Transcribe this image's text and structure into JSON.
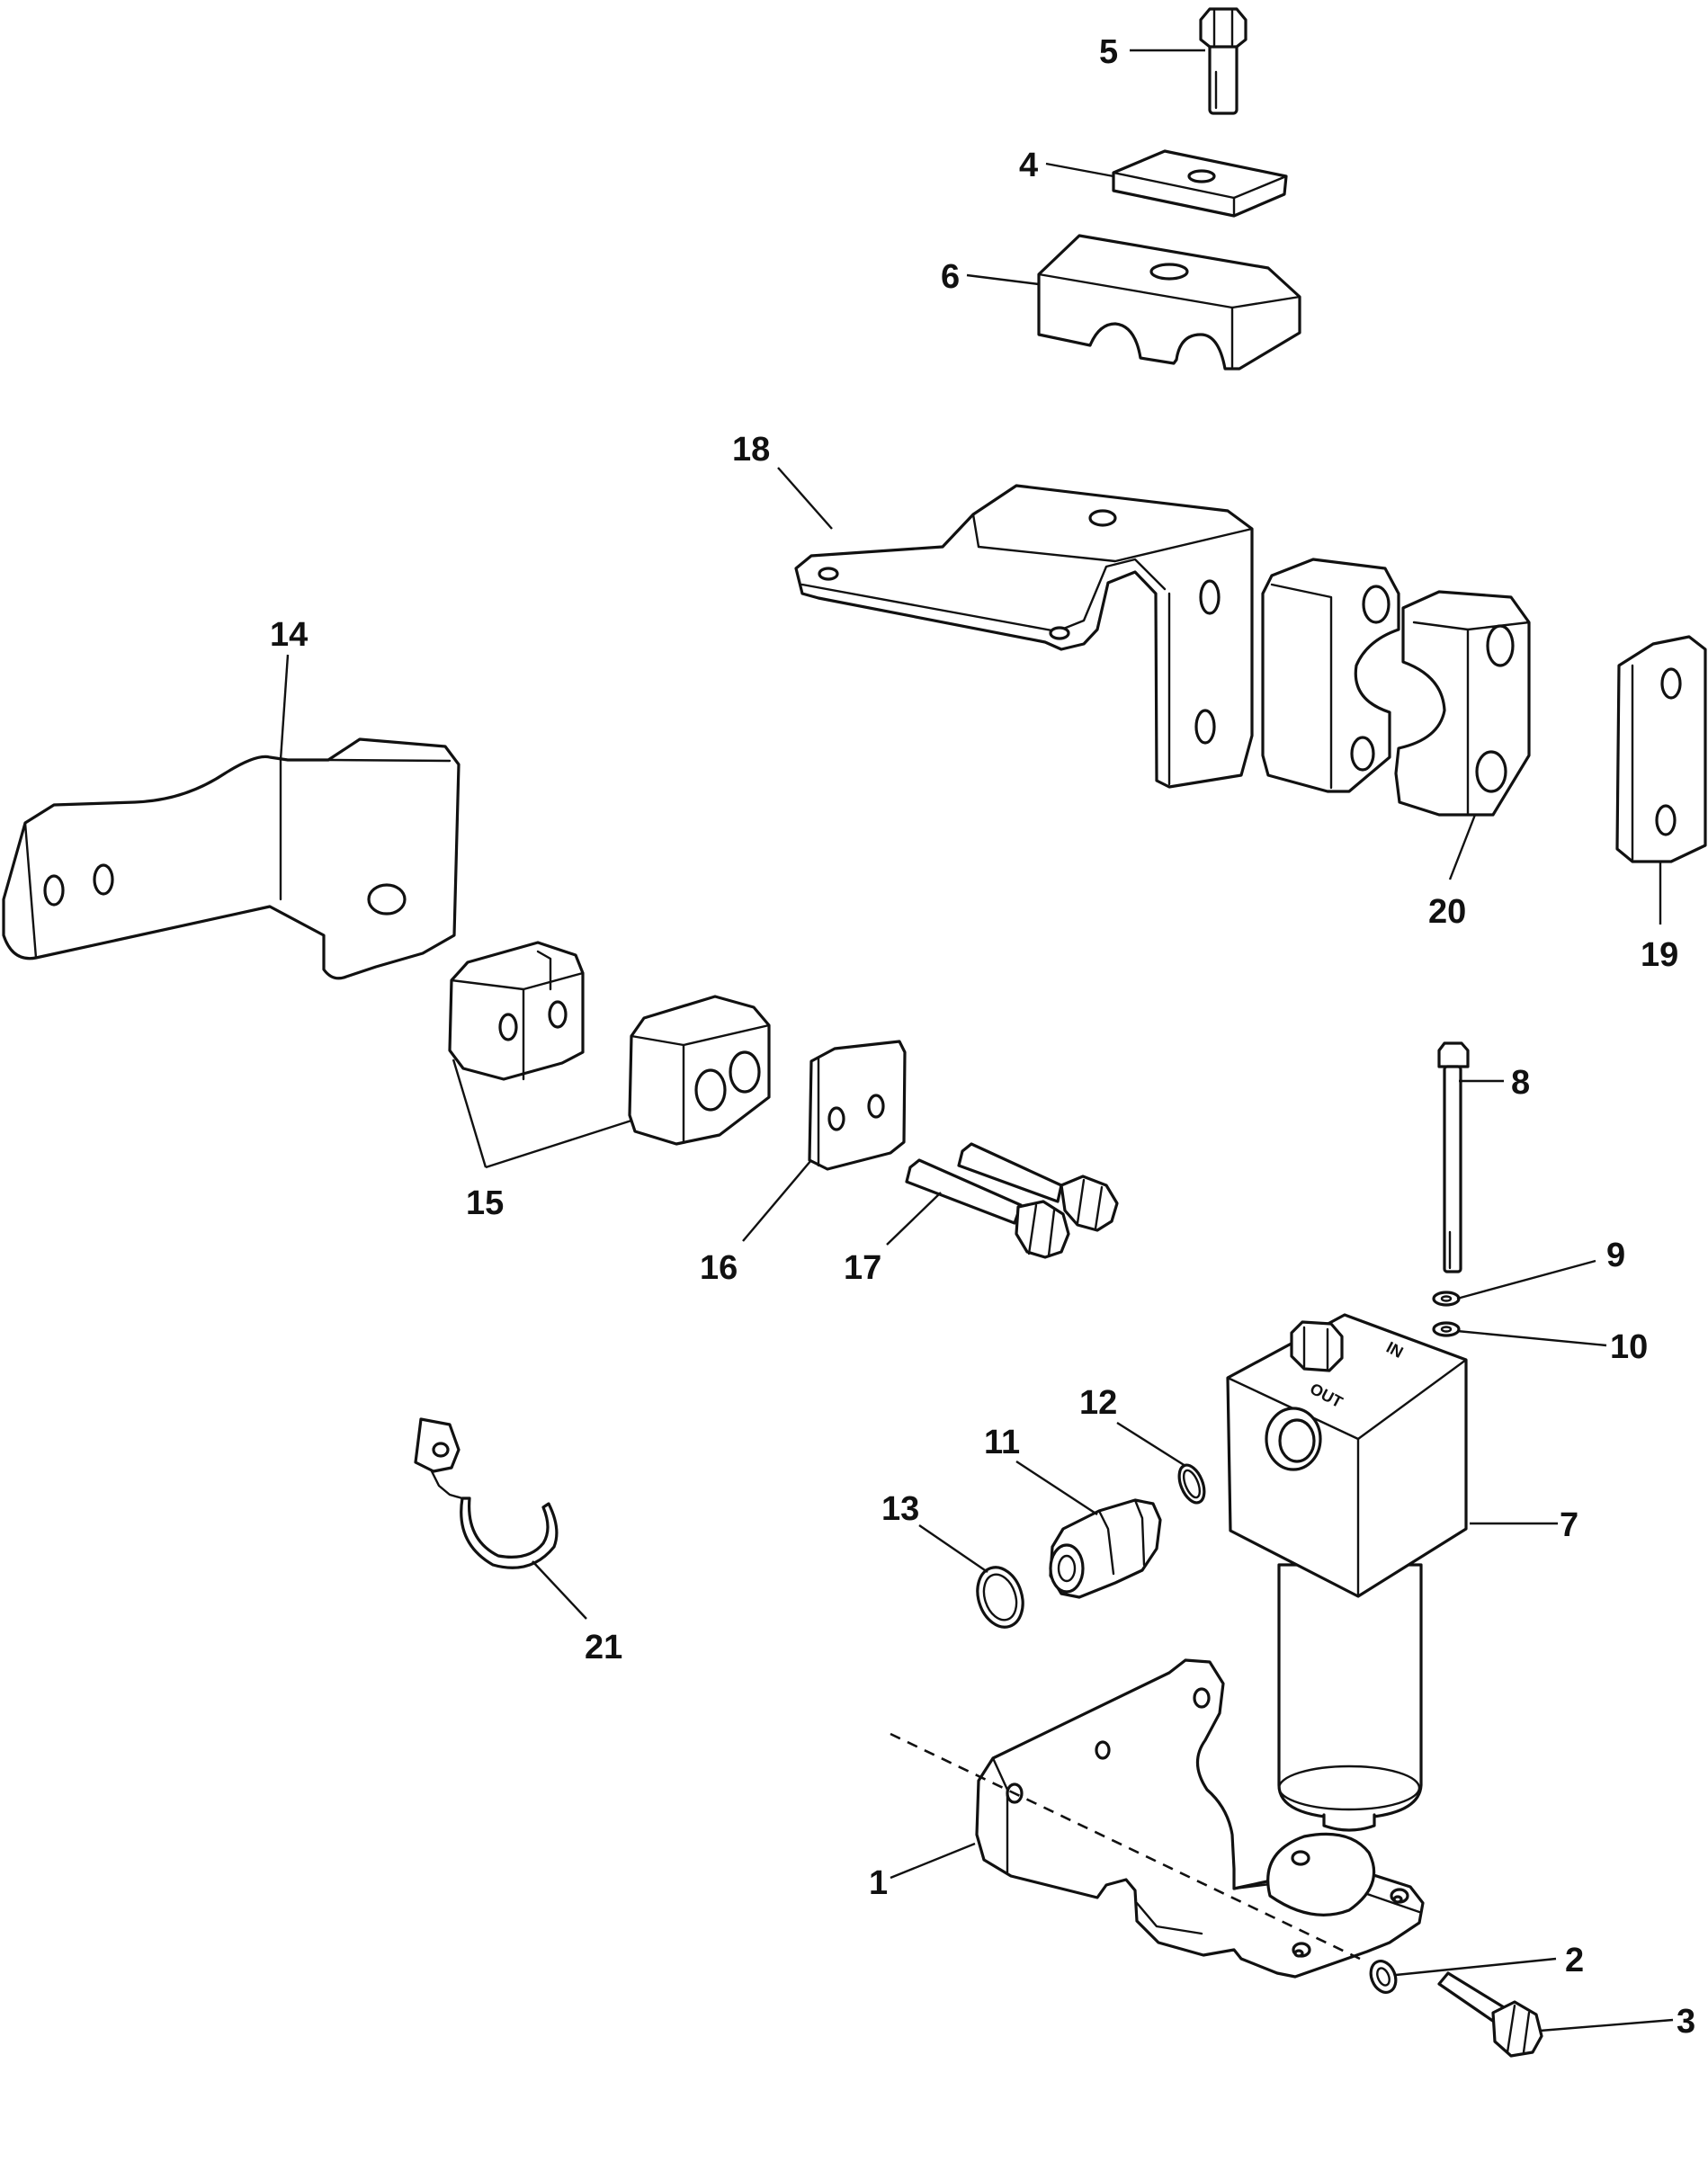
{
  "diagram": {
    "callouts": [
      {
        "id": "1",
        "label": "1"
      },
      {
        "id": "2",
        "label": "2"
      },
      {
        "id": "3",
        "label": "3"
      },
      {
        "id": "4",
        "label": "4"
      },
      {
        "id": "5",
        "label": "5"
      },
      {
        "id": "6",
        "label": "6"
      },
      {
        "id": "7",
        "label": "7"
      },
      {
        "id": "8",
        "label": "8"
      },
      {
        "id": "9",
        "label": "9"
      },
      {
        "id": "10",
        "label": "10"
      },
      {
        "id": "11",
        "label": "11"
      },
      {
        "id": "12",
        "label": "12"
      },
      {
        "id": "13",
        "label": "13"
      },
      {
        "id": "14",
        "label": "14"
      },
      {
        "id": "15",
        "label": "15"
      },
      {
        "id": "16",
        "label": "16"
      },
      {
        "id": "17",
        "label": "17"
      },
      {
        "id": "18",
        "label": "18"
      },
      {
        "id": "19",
        "label": "19"
      },
      {
        "id": "20",
        "label": "20"
      },
      {
        "id": "21",
        "label": "21"
      }
    ],
    "port_stamps": {
      "out": "OUT",
      "in": "IN"
    }
  }
}
